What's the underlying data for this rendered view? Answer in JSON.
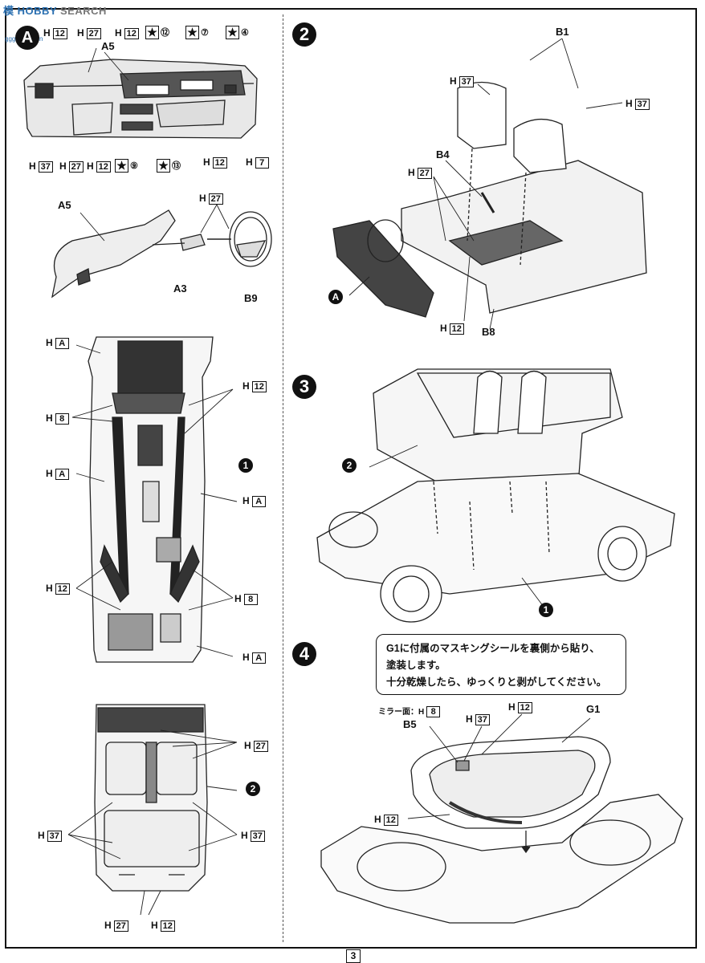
{
  "watermark": {
    "brand": "HOBBY",
    "word": "SEARCH",
    "mark": "模",
    "sub": "ggg.hobby.cn"
  },
  "steps": {
    "a": "A",
    "s2": "2",
    "s3": "3",
    "s4": "4"
  },
  "sub1": "1",
  "sub2": "2",
  "parts": {
    "a5": "A5",
    "a3": "A3",
    "b9": "B9",
    "b1": "B1",
    "b4": "B4",
    "b8": "B8",
    "b5": "B5",
    "g1": "G1",
    "a": "A",
    "two": "2"
  },
  "h": "H",
  "codes": {
    "c12": "12",
    "c27": "27",
    "c37": "37",
    "c7": "7",
    "c8": "8",
    "cA": "A"
  },
  "stars": {
    "s12": "⑫",
    "s7": "⑦",
    "s4": "④",
    "s9": "⑨",
    "s13": "⑬"
  },
  "mirror": "ミラー面：",
  "note": {
    "line1": "G1に付属のマスキングシールを裏側から貼り、",
    "line2": "塗装します。",
    "line3": "十分乾燥したら、ゆっくりと剥がしてください。"
  },
  "page": "3"
}
